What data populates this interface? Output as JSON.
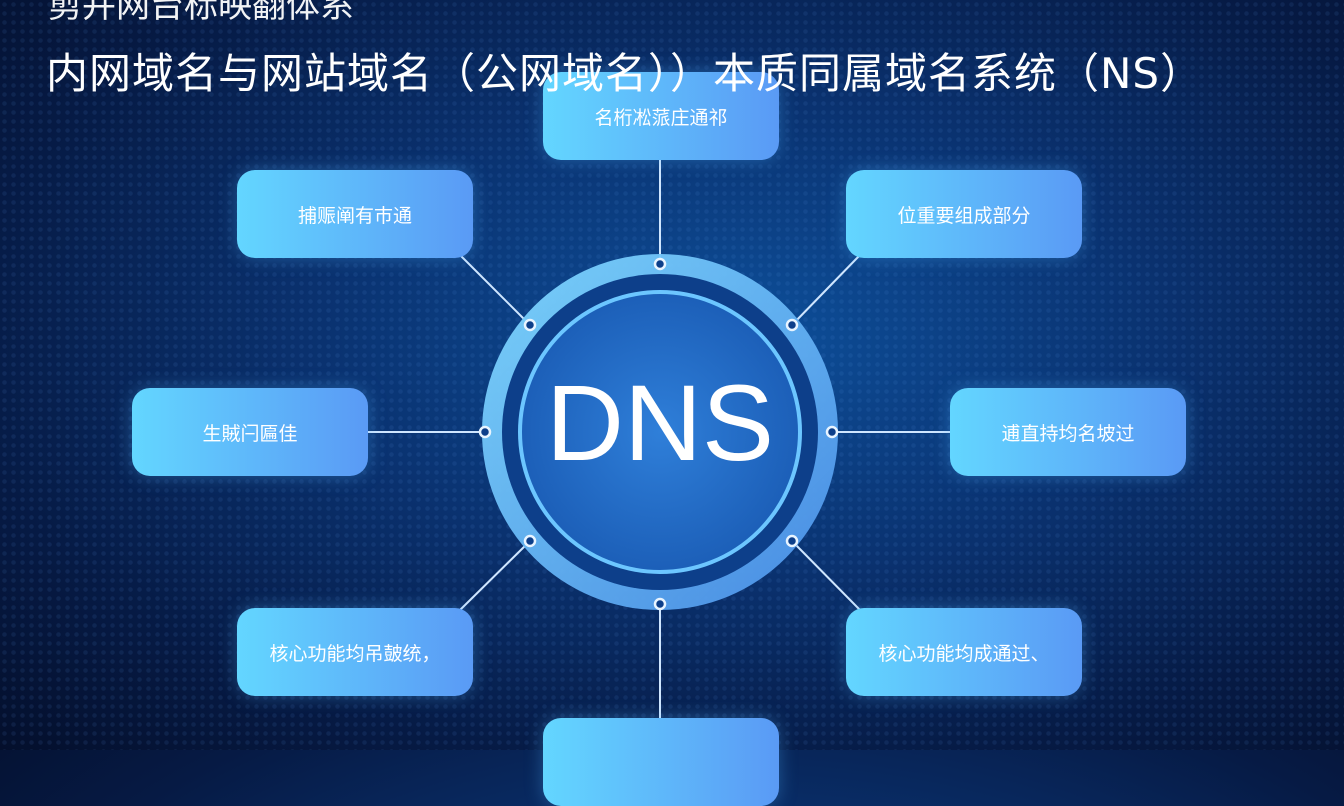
{
  "header": {
    "subtitle_partial": "剪并网台标映翻体系",
    "title": "内网域名与网站域名（公网域名））本质同属域名系统（NS）"
  },
  "center": {
    "label": "DNS"
  },
  "nodes": [
    {
      "id": "top",
      "label": "名桁凇蒎庄通祁"
    },
    {
      "id": "top-left",
      "label": "捕赈阐有巿通"
    },
    {
      "id": "top-right",
      "label": "位重要组成部分"
    },
    {
      "id": "left",
      "label": "生賊闩匾佳"
    },
    {
      "id": "right",
      "label": "逋直持均名坡过"
    },
    {
      "id": "bottom-left",
      "label": "核心功能均吊皷统，"
    },
    {
      "id": "bottom-right",
      "label": "核心功能均成通过、"
    },
    {
      "id": "bottom",
      "label": ""
    }
  ],
  "colors": {
    "box_start": "#63d6ff",
    "box_end": "#5a9af5",
    "background": "#0a3270"
  }
}
